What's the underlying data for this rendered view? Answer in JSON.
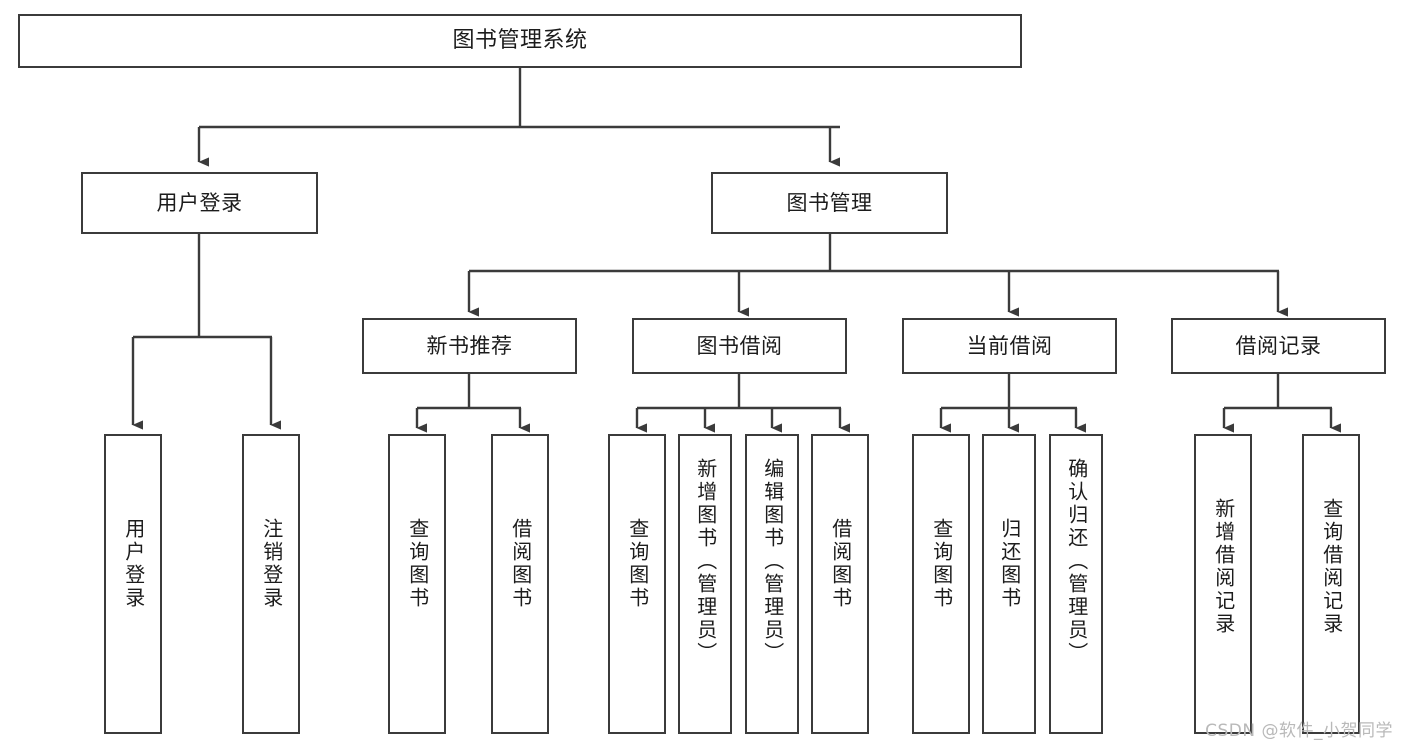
{
  "diagram": {
    "title": "图书管理系统",
    "watermark": "CSDN @软件_小贺同学",
    "colors": {
      "background": "#ffffff",
      "box_border": "#3b3b3b",
      "box_fill": "#ffffff",
      "edge": "#3b3b3b",
      "text": "#1c1c1c",
      "watermark": "#b9b9b9"
    },
    "levels": {
      "level1": [
        {
          "id": "root",
          "label": "图书管理系统"
        }
      ],
      "level2": [
        {
          "id": "user-login",
          "label": "用户登录"
        },
        {
          "id": "book-manage",
          "label": "图书管理"
        }
      ],
      "level3": [
        {
          "id": "new-book-recommend",
          "label": "新书推荐",
          "parent": "book-manage"
        },
        {
          "id": "book-borrow",
          "label": "图书借阅",
          "parent": "book-manage"
        },
        {
          "id": "current-borrow",
          "label": "当前借阅",
          "parent": "book-manage"
        },
        {
          "id": "borrow-record",
          "label": "借阅记录",
          "parent": "book-manage"
        }
      ],
      "level4": [
        {
          "id": "leaf-user-login",
          "label": "用户登录",
          "parent": "user-login"
        },
        {
          "id": "leaf-user-logout",
          "label": "注销登录",
          "parent": "user-login"
        },
        {
          "id": "leaf-query-book-1",
          "label": "查询图书",
          "parent": "new-book-recommend"
        },
        {
          "id": "leaf-borrow-book-1",
          "label": "借阅图书",
          "parent": "new-book-recommend"
        },
        {
          "id": "leaf-query-book-2",
          "label": "查询图书",
          "parent": "book-borrow"
        },
        {
          "id": "leaf-add-book",
          "label": "新增图书（管理员）",
          "parent": "book-borrow"
        },
        {
          "id": "leaf-edit-book",
          "label": "编辑图书（管理员）",
          "parent": "book-borrow"
        },
        {
          "id": "leaf-borrow-book-2",
          "label": "借阅图书",
          "parent": "book-borrow"
        },
        {
          "id": "leaf-query-book-3",
          "label": "查询图书",
          "parent": "current-borrow"
        },
        {
          "id": "leaf-return-book",
          "label": "归还图书",
          "parent": "current-borrow"
        },
        {
          "id": "leaf-confirm-return",
          "label": "确认归还（管理员）",
          "parent": "current-borrow"
        },
        {
          "id": "leaf-add-record",
          "label": "新增借阅记录",
          "parent": "borrow-record"
        },
        {
          "id": "leaf-query-record",
          "label": "查询借阅记录",
          "parent": "borrow-record"
        }
      ]
    }
  }
}
